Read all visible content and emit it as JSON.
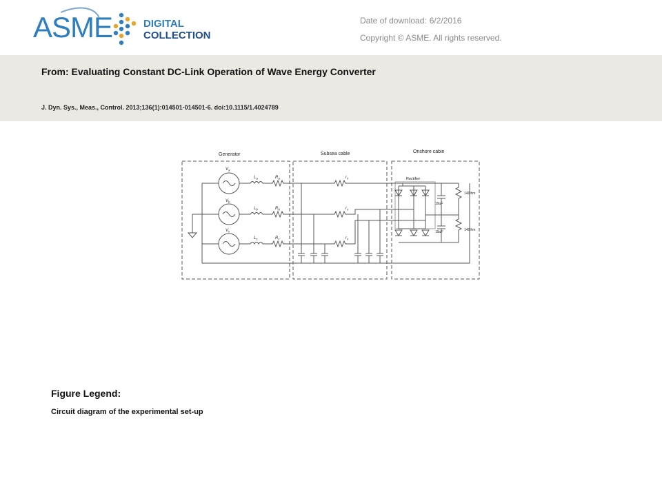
{
  "header": {
    "logo": {
      "wordmark": "ASME",
      "line1": "DIGITAL",
      "line2": "COLLECTION"
    },
    "download_label": "Date of download:",
    "download_date": "6/2/2016",
    "copyright": "Copyright © ASME. All rights reserved."
  },
  "article": {
    "from": "From: Evaluating Constant DC-Link Operation of Wave Energy Converter",
    "citation": "J. Dyn. Sys., Meas., Control. 2013;136(1):014501-014501-6. doi:10.1115/1.4024789"
  },
  "figure": {
    "sections": [
      "Generator",
      "Subsea cable",
      "Onshore cabin"
    ],
    "rectifier_label": "Rectifier",
    "sources": [
      "V",
      "V",
      "V"
    ],
    "source_subs": [
      "a",
      "b",
      "c"
    ],
    "inductor_labels": [
      "L",
      "L",
      "L"
    ],
    "inductor_subs": [
      "a",
      "b",
      "c"
    ],
    "resistor_labels": [
      "R",
      "R",
      "R"
    ],
    "resistor_subs": [
      "a",
      "b",
      "c"
    ],
    "cable_labels": [
      "r",
      "r",
      "r"
    ],
    "cable_subs": [
      "c",
      "c",
      "c"
    ],
    "cap_labels": [
      "19uF",
      "19uF"
    ],
    "load_labels": [
      "14Ohm",
      "14Ohm"
    ]
  },
  "legend": {
    "title": "Figure Legend:",
    "text": "Circuit diagram of the experimental set-up"
  },
  "colors": {
    "band": "#ebe9e3",
    "asme_blue": "#2f7fbf",
    "collection_navy": "#1f4e8c",
    "dot_gold": "#e6a52a"
  }
}
